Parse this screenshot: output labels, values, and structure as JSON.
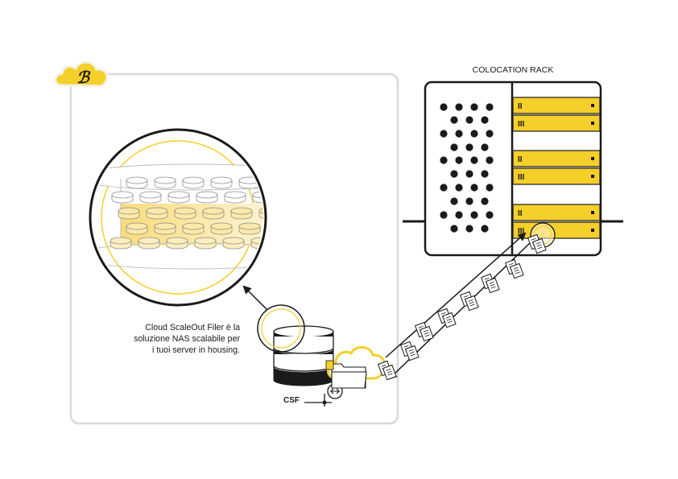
{
  "rack": {
    "title": "COLOCATION RACK",
    "slot_labels": [
      "II",
      "III",
      "II",
      "III",
      "II",
      "III"
    ]
  },
  "storage": {
    "label": "CSF"
  },
  "description": {
    "lines": [
      "Cloud ScaleOut Filer è la",
      "soluzione NAS scalabile per",
      "i tuoi server in housing."
    ]
  },
  "colors": {
    "accent": "#f5cf2a",
    "accent_light": "#fbe9a6",
    "frame_gray": "#d9d9d9",
    "ink": "#1a1a1a"
  },
  "icons": {
    "brand": "brand-cloud-logo-icon",
    "zoom_arrow": "arrow-icon",
    "sync": "sync-arrows-icon",
    "file": "document-icon",
    "folder": "folder-icon",
    "cloud": "cloud-icon"
  }
}
